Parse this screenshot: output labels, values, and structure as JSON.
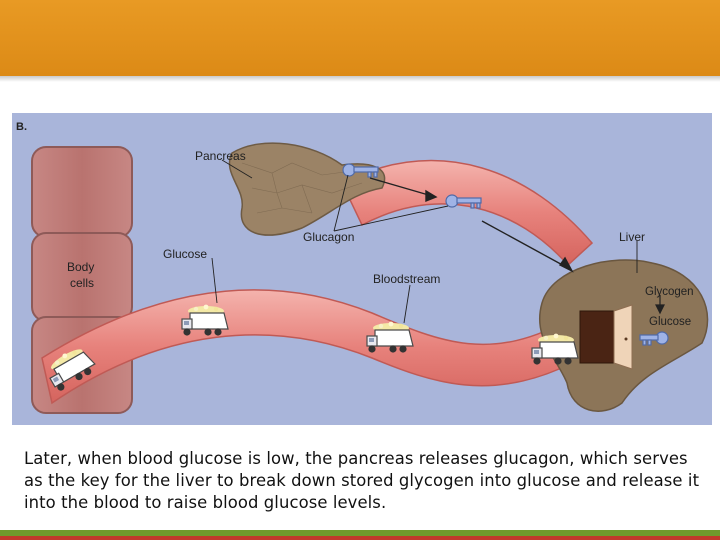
{
  "figure": {
    "panel_letter": "B.",
    "labels": {
      "pancreas": "Pancreas",
      "glucagon": "Glucagon",
      "glucose": "Glucose",
      "bloodstream": "Bloodstream",
      "liver": "Liver",
      "glycogen": "Glycogen",
      "glucose_liver": "Glucose",
      "body_cells_line1": "Body",
      "body_cells_line2": "cells"
    }
  },
  "caption": "Later, when blood glucose is low, the pancreas releases glucagon, which serves as the key for the liver to break down stored glycogen into glucose and release it into the blood to raise blood glucose levels.",
  "colors": {
    "header": "#e8961f",
    "figure_background": "#a9b5da",
    "vessel": "#e87f7a",
    "pancreas": "#9b8366",
    "liver": "#8c7558",
    "footer_green": "#6f9a2c",
    "footer_red": "#c0392b"
  }
}
